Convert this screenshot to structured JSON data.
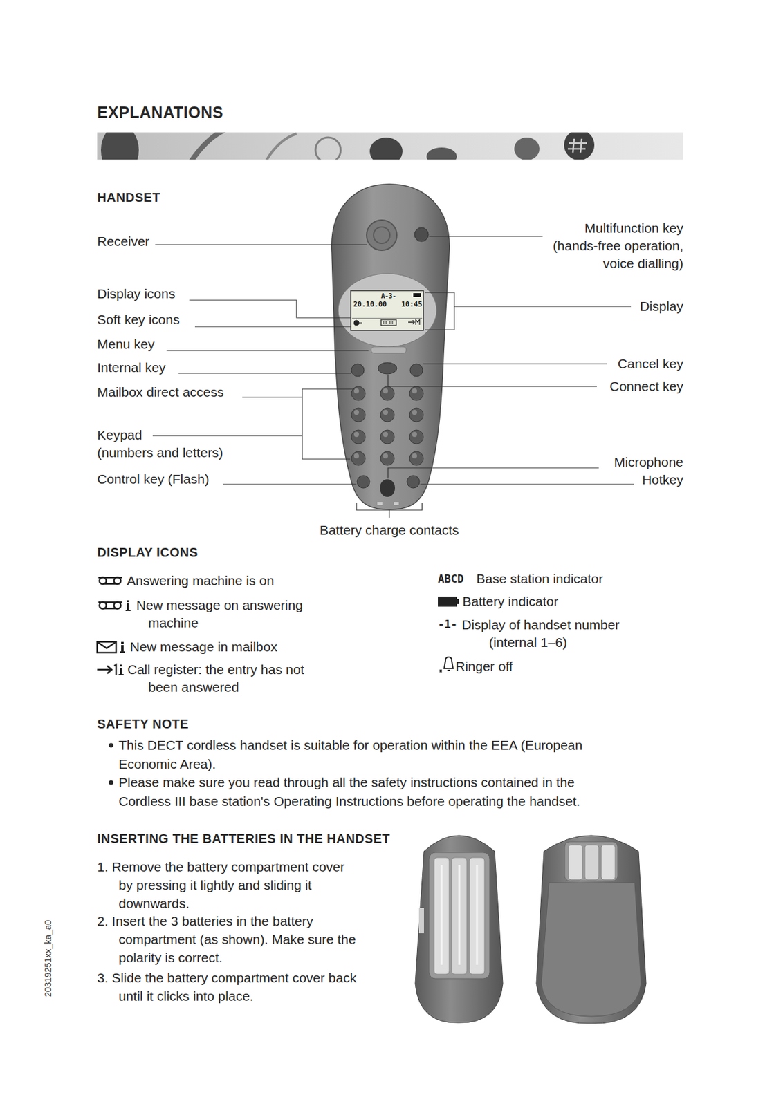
{
  "diagram": {
    "title": "EXPLANATIONS",
    "nodes": [
      {
        "text": [
          "A-3-",
          "20.10.00",
          "10:45"
        ]
      }
    ],
    "labels": [
      "HANDSET",
      "Receiver",
      "Display icons",
      "Soft key icons",
      "Menu key",
      "Internal key",
      "Mailbox direct access",
      "Keypad (numbers and letters)",
      "Control key (Flash)",
      "Multifunction key (hands-free operation, voice dialling)",
      "Display",
      "Cancel key",
      "Connect key",
      "Microphone",
      "Hotkey",
      "Battery charge contacts",
      "DISPLAY ICONS",
      "Answering machine is on",
      "New message on answering machine",
      "New message in mailbox",
      "Call register: the entry has not been answered",
      "ABCD",
      "Base station indicator",
      "Battery indicator",
      "-1-",
      "Display of handset number (internal 1–6)",
      "Ringer off",
      "SAFETY NOTE",
      "This DECT cordless handset is suitable for operation within the EEA (European Economic Area).",
      "Please make sure you read through all the safety instructions contained in the Cordless III base station's Operating Instructions before operating the handset.",
      "INSERTING THE BATTERIES IN THE HANDSET",
      "1. Remove the battery compartment cover by pressing it lightly and sliding it downwards.",
      "2. Insert the 3 batteries in the battery compartment (as shown). Make sure the polarity is correct.",
      "3. Slide the battery compartment cover back until it clicks into place.",
      "20319251xx_ka_a0"
    ]
  }
}
